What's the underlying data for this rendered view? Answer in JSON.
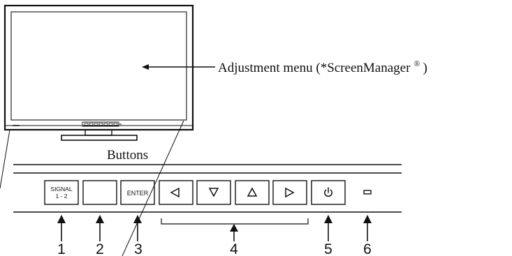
{
  "annotation": {
    "text": "Adjustment menu (*ScreenManager",
    "registered": "®",
    "close_paren": ")"
  },
  "section_title": "Buttons",
  "buttons": [
    {
      "line1": "SIGNAL",
      "line2": "1 - 2",
      "icon": "none"
    },
    {
      "line1": "",
      "line2": "",
      "icon": "none"
    },
    {
      "line1": "ENTER",
      "line2": "",
      "icon": "none"
    },
    {
      "icon": "triangle-left-icon"
    },
    {
      "icon": "triangle-down-icon"
    },
    {
      "icon": "triangle-up-icon"
    },
    {
      "icon": "triangle-right-icon"
    },
    {
      "icon": "power-icon"
    }
  ],
  "callouts": [
    "1",
    "2",
    "3",
    "4",
    "5",
    "6"
  ],
  "colors": {
    "ink": "#111111",
    "background": "#ffffff"
  }
}
